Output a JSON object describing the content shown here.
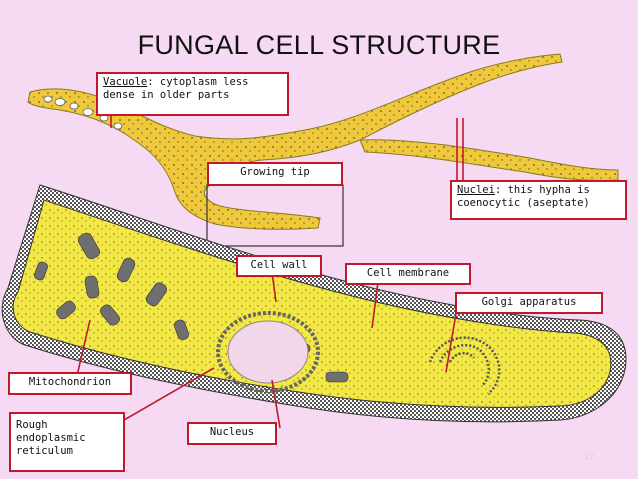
{
  "title": "FUNGAL CELL STRUCTURE",
  "colors": {
    "background": "#f6d9f2",
    "cytoplasm": "#f4e843",
    "hypha_fill": "#f0c93a",
    "callout_border": "#c0192c",
    "organelle_gray": "#6f6f6f"
  },
  "labels": {
    "vacuole": {
      "term": "Vacuole",
      "line1_rest": ": cytoplasm less",
      "line2": "dense in older parts"
    },
    "growing_tip": "Growing tip",
    "nuclei": {
      "term": "Nuclei",
      "line1_rest": ": this hypha is",
      "line2": "coenocytic (aseptate)"
    },
    "cell_wall": "Cell wall",
    "cell_membrane": "Cell membrane",
    "golgi": "Golgi apparatus",
    "mitochondrion": "Mitochondrion",
    "rough_er": {
      "line1": "Rough",
      "line2": "endoplasmic",
      "line3": "reticulum"
    },
    "nucleus": "Nucleus"
  },
  "slide_number": "17"
}
